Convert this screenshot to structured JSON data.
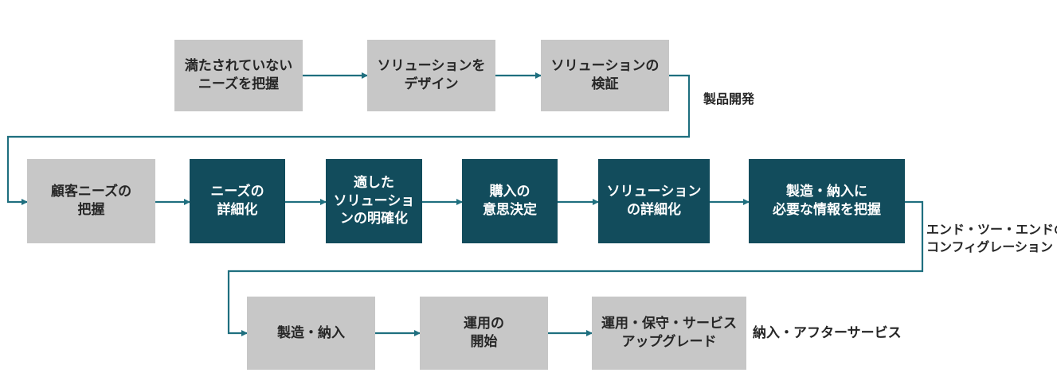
{
  "stages": {
    "product_development": "製品開発",
    "end_to_end": [
      "エンド・ツー・エンドの",
      "コンフィグレーション"
    ],
    "delivery_after": "納入・アフターサービス"
  },
  "row1": [
    {
      "lines": [
        "満たされていない",
        "ニーズを把握"
      ]
    },
    {
      "lines": [
        "ソリューションを",
        "デザイン"
      ]
    },
    {
      "lines": [
        "ソリューションの",
        "検証"
      ]
    }
  ],
  "row2": [
    {
      "lines": [
        "顧客ニーズの",
        "把握"
      ]
    },
    {
      "lines": [
        "ニーズの",
        "詳細化"
      ]
    },
    {
      "lines": [
        "適した",
        "ソリューショ",
        "ンの明確化"
      ]
    },
    {
      "lines": [
        "購入の",
        "意思決定"
      ]
    },
    {
      "lines": [
        "ソリューション",
        "の詳細化"
      ]
    },
    {
      "lines": [
        "製造・納入に",
        "必要な情報を把握"
      ]
    }
  ],
  "row3": [
    {
      "lines": [
        "製造・納入"
      ]
    },
    {
      "lines": [
        "運用の",
        "開始"
      ]
    },
    {
      "lines": [
        "運用・保守・サービス",
        "アップグレード"
      ]
    }
  ],
  "colors": {
    "gray_box": "#c7c7c7",
    "dark_box": "#124c5c",
    "connector": "#1f6f7f"
  }
}
